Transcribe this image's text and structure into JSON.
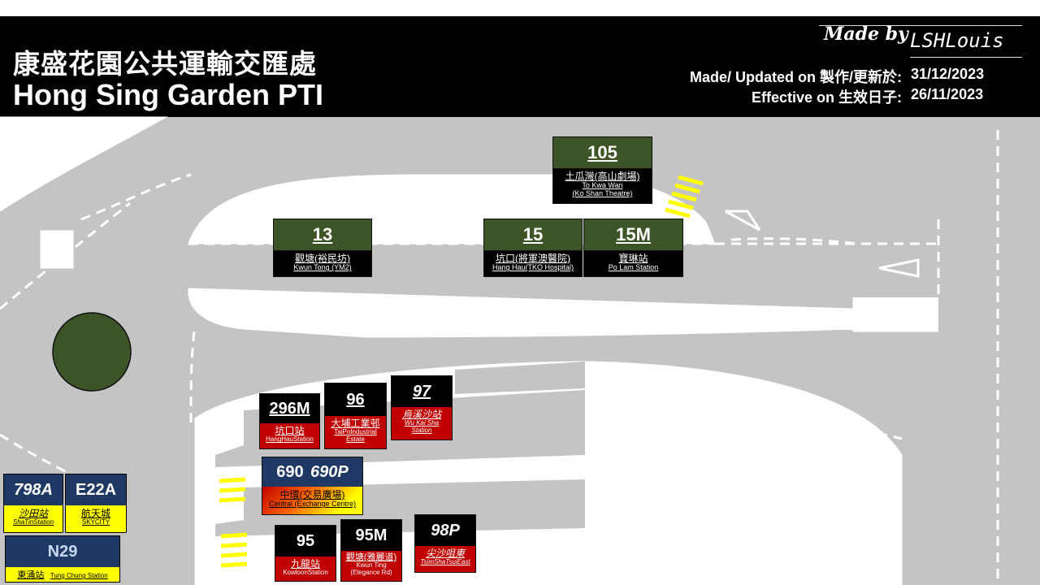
{
  "header": {
    "title_zh": "康盛花園公共運輸交匯處",
    "title_en": "Hong Sing Garden PTI",
    "made_by_label": "Made by",
    "author": "LSHLouis",
    "updated_label": "Made/ Updated on 製作/更新於:",
    "updated_date": "31/12/2023",
    "effective_label": "Effective on 生效日子:",
    "effective_date": "26/11/2023"
  },
  "colors": {
    "header_bg": "#000000",
    "road": "#c4c4c4",
    "citybus_green": "#3d5526",
    "kmb_red": "#c00000",
    "lwb_navy": "#1f3864",
    "lwb_yellow": "#ffff00",
    "roundabout": "#3d5526",
    "crossing": "#ffff00"
  },
  "stops": {
    "s105": {
      "route": "105",
      "dest_zh": "土瓜灣(高山劇場)",
      "dest_en": "To Kwa Wan",
      "dest_en2": "(Ko Shan Theatre)"
    },
    "s13": {
      "route": "13",
      "dest_zh": "觀塘(裕民坊)",
      "dest_en": "Kwun Tong (YM2)"
    },
    "s15": {
      "route": "15",
      "dest_zh": "坑口(將軍澳醫院)",
      "dest_en": "Hang Hau(TKO Hospital)"
    },
    "s15m": {
      "route": "15M",
      "dest_zh": "寶琳站",
      "dest_en": "Po Lam Station"
    },
    "s296m": {
      "route": "296M",
      "dest_zh": "坑口站",
      "dest_en": "HangHauStation"
    },
    "s96": {
      "route": "96",
      "dest_zh": "大埔工業邨",
      "dest_en": "TaiPoIndustrial",
      "dest_en2": "Estate"
    },
    "s97": {
      "route": "97",
      "dest_zh": "烏溪沙站",
      "dest_en": "Wu Kai Sha",
      "dest_en2": "Station"
    },
    "s690": {
      "route": "690",
      "route2": "690P",
      "dest_zh": "中環(交易廣場)",
      "dest_en": "Central (Exchange Centre)"
    },
    "s95": {
      "route": "95",
      "dest_zh": "九龍站",
      "dest_en": "KowloonStation"
    },
    "s95m": {
      "route": "95M",
      "dest_zh": "觀塘(雅麗道)",
      "dest_en": "Kwun Ting",
      "dest_en2": "(Elegance Rd)"
    },
    "s98p": {
      "route": "98P",
      "dest_zh": "尖沙咀東",
      "dest_en": "TsimShaTsuiEast"
    },
    "s798a": {
      "route": "798A",
      "dest_zh": "沙田站",
      "dest_en": "ShaTinStation"
    },
    "se22a": {
      "route": "E22A",
      "dest_zh": "航天城",
      "dest_en": "SKYCITY"
    },
    "sn29": {
      "route": "N29",
      "dest_zh": "東涌站",
      "dest_en": "Tung Chung Station"
    }
  }
}
